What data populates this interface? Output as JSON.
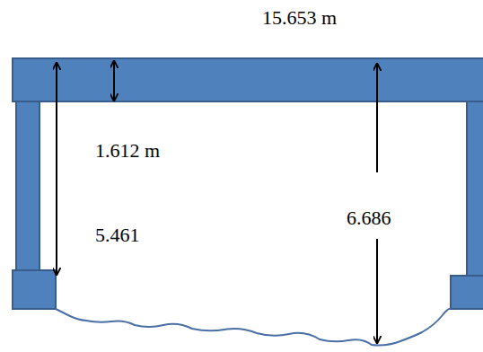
{
  "diagram": {
    "labels": [
      "15.653 m",
      "1.612 m",
      "5.461",
      "6.686"
    ]
  }
}
